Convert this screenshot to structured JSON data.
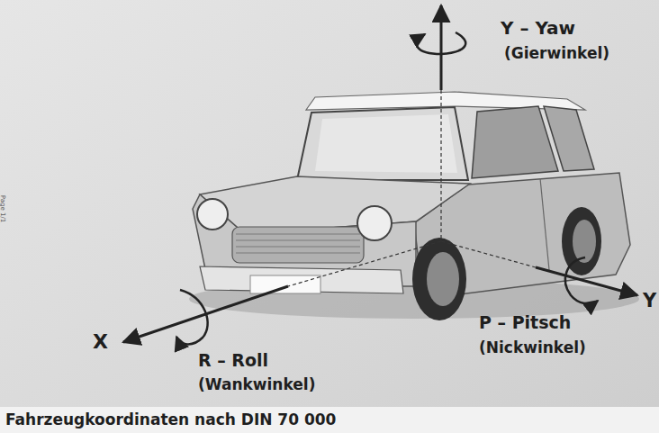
{
  "diagram": {
    "caption": "Fahrzeugkoordinaten nach DIN 70 000",
    "labels": [
      "Y – Yaw",
      "(Gierwinkel)",
      "X",
      "R – Roll",
      "(Wankwinkel)",
      "P – Pitsch",
      "(Nickwinkel)",
      "Y",
      "Page 1/1"
    ]
  }
}
